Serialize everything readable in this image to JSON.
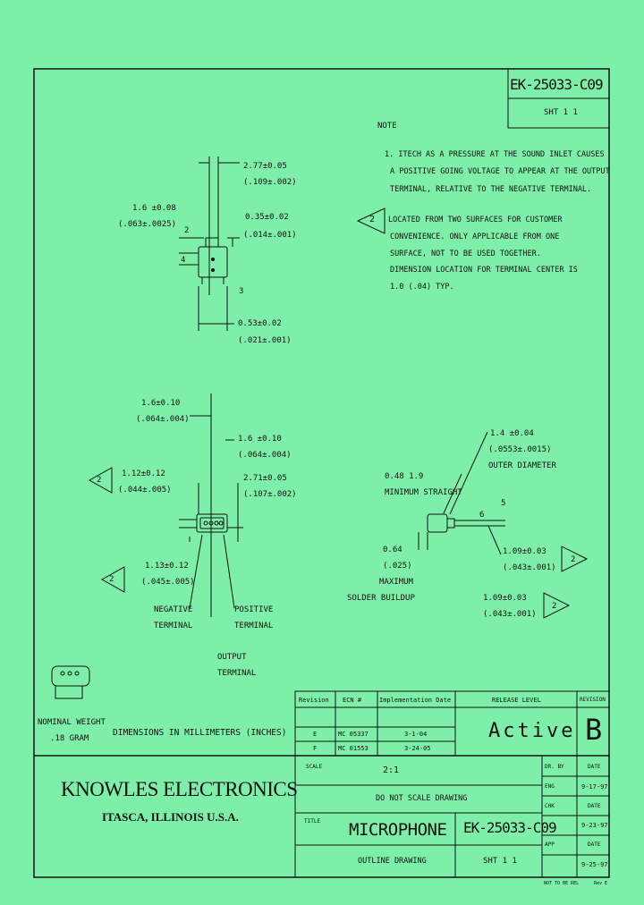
{
  "header": {
    "drawing_number": "EK-25033-C09",
    "sheet": "SHT 1 1"
  },
  "notes": {
    "title": "NOTE",
    "note1_lines": [
      "1. ITECH AS A PRESSURE AT THE SOUND INLET CAUSES",
      "A POSITIVE GOING VOLTAGE TO APPEAR AT THE OUTPUT",
      "TERMINAL, RELATIVE TO THE NEGATIVE TERMINAL."
    ],
    "note2_marker": "2",
    "note2_lines": [
      "LOCATED FROM TWO SURFACES FOR CUSTOMER",
      "CONVENIENCE. ONLY APPLICABLE FROM ONE",
      "SURFACE, NOT TO BE USED TOGETHER.",
      "DIMENSION LOCATION FOR TERMINAL CENTER IS",
      "1.0 (.04) TYP."
    ]
  },
  "top_view": {
    "dim_a": "2.77±0.05",
    "dim_a_in": "(.109±.002)",
    "dim_b": "1.6 ±0.08",
    "dim_b_in": "(.063±.0025)",
    "dim_c": "0.35±0.02",
    "dim_c_in": "(.014±.001)",
    "dim_d": "0.53±0.02",
    "dim_d_in": "(.021±.001)",
    "label_2": "2",
    "label_3": "3",
    "label_4": "4"
  },
  "front_view": {
    "dim_e": "1.6±0.10",
    "dim_e_in": "(.064±.004)",
    "dim_f": "1.6 ±0.10",
    "dim_f_in": "(.064±.004)",
    "dim_g": "1.12±0.12",
    "dim_g_in": "(.044±.005)",
    "dim_h": "2.71±0.05",
    "dim_h_in": "(.107±.002)",
    "dim_i": "1.13±0.12",
    "dim_i_in": "(.045±.005)",
    "neg_terminal": [
      "NEGATIVE",
      "TERMINAL"
    ],
    "pos_terminal": [
      "POSITIVE",
      "TERMINAL"
    ],
    "output_terminal": [
      "OUTPUT",
      "TERMINAL"
    ],
    "marker": "2"
  },
  "side_view": {
    "dim_j": "1.4 ±0.04",
    "dim_j_in": "(.0553±.0015)",
    "dim_j_note": "OUTER DIAMETER",
    "dim_k": "0.48 1.9",
    "dim_k_note": "MINIMUM STRAIGHT",
    "dim_l": "0.64",
    "dim_l_in": "(.025)",
    "dim_l_note": [
      "MAXIMUM",
      "SOLDER BUILDUP"
    ],
    "dim_m": "1.09±0.03",
    "dim_m_in": "(.043±.001)",
    "dim_n": "1.09±0.03",
    "dim_n_in": "(.043±.001)",
    "marker": "2",
    "label_5": "5",
    "label_6": "6"
  },
  "weight": {
    "lines": [
      "NOMINAL WEIGHT",
      ".18 GRAM"
    ]
  },
  "dims_note": "DIMENSIONS IN MILLIMETERS (INCHES)",
  "revision_table": {
    "headers": [
      "Revision",
      "ECN #",
      "Implementation Date"
    ],
    "rows": [
      [
        "E",
        "MC 05337",
        "3-1-04"
      ],
      [
        "F",
        "MC 01553",
        "3-24-05"
      ]
    ]
  },
  "release": {
    "label": "RELEASE LEVEL",
    "value": "Active",
    "rev_label": "REVISION",
    "rev_value": "B"
  },
  "company": {
    "name": "KNOWLES ELECTRONICS",
    "address": "ITASCA, ILLINOIS U.S.A."
  },
  "title_block": {
    "scale_label": "SCALE",
    "scale_value": "2:1",
    "scale_note": "DO NOT SCALE DRAWING",
    "title_label": "TITLE",
    "title": "MICROPHONE",
    "subtitle": "OUTLINE DRAWING",
    "number": "EK-25033-C09",
    "sheet": "SHT 1 1",
    "sig_rows": [
      {
        "label": "DR. BY",
        "date_label": "DATE",
        "date": ""
      },
      {
        "label": "ENG",
        "date_label": "",
        "date": "9-17-97"
      },
      {
        "label": "CHK",
        "date_label": "DATE",
        "date": "9-23-97"
      },
      {
        "label": "APP",
        "date_label": "DATE",
        "date": "9-25-97"
      }
    ],
    "footer_left": "NOT TO BE REL",
    "footer_right": "Rev E"
  }
}
